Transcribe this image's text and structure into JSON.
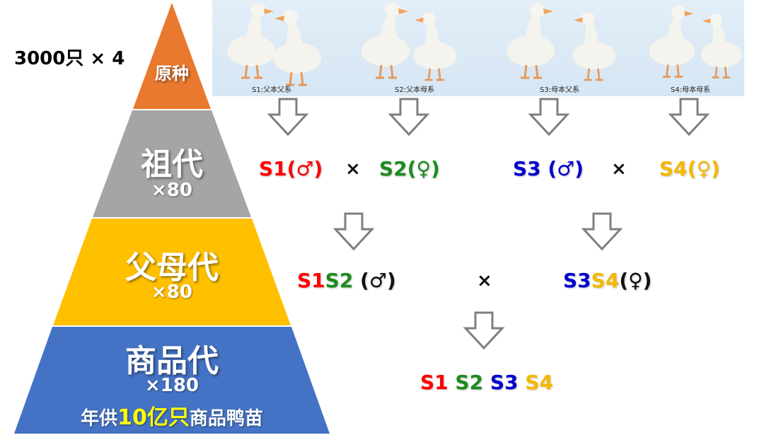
{
  "top_note": "3000只 × 4",
  "pyramid": {
    "tiers": [
      {
        "title": "原种",
        "mult": "",
        "color": "#E8792F"
      },
      {
        "title": "祖代",
        "mult": "×80",
        "color": "#A5A5A5"
      },
      {
        "title": "父母代",
        "mult": "×80",
        "color": "#FFC000"
      },
      {
        "title": "商品代",
        "mult": "×180",
        "color": "#4472C4"
      }
    ],
    "bottom_note": {
      "prefix": "年供",
      "highlight": "10亿只",
      "suffix": "商品鸭苗",
      "highlight_color": "#FFFF00"
    }
  },
  "photos": {
    "captions": [
      "S1:父本父系",
      "S2:父本母系",
      "S3:母本父系",
      "S4:母本母系"
    ]
  },
  "grandparent_row": {
    "s1": {
      "text": "S1(♂)",
      "color": "#FF0000"
    },
    "cross1": "×",
    "s2": {
      "text": "S2(♀)",
      "color": "#1E8B1E"
    },
    "s3": {
      "text": "S3 (♂)",
      "color": "#0000CC"
    },
    "cross2": "×",
    "s4": {
      "text": "S4(♀)",
      "color": "#F5B800"
    }
  },
  "parent_row": {
    "left": {
      "a": "S1",
      "b": "S2",
      "c": " (♂)"
    },
    "cross": "×",
    "right": {
      "a": "S3",
      "b": "S4",
      "c": "(♀)"
    }
  },
  "commercial_row": {
    "s1": "S1",
    "s2": "S2",
    "s3": "S3",
    "s4": "S4"
  },
  "colors": {
    "s1": "#FF0000",
    "s2": "#1E8B1E",
    "s3": "#0000CC",
    "s4": "#F5B800",
    "arrow_stroke": "#7F7F7F"
  }
}
